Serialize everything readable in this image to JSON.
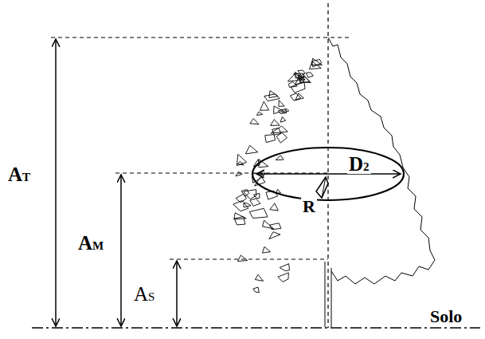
{
  "diagram": {
    "labels": [
      "AT",
      "AM",
      "AS",
      "D2",
      "R",
      "Solo"
    ]
  }
}
